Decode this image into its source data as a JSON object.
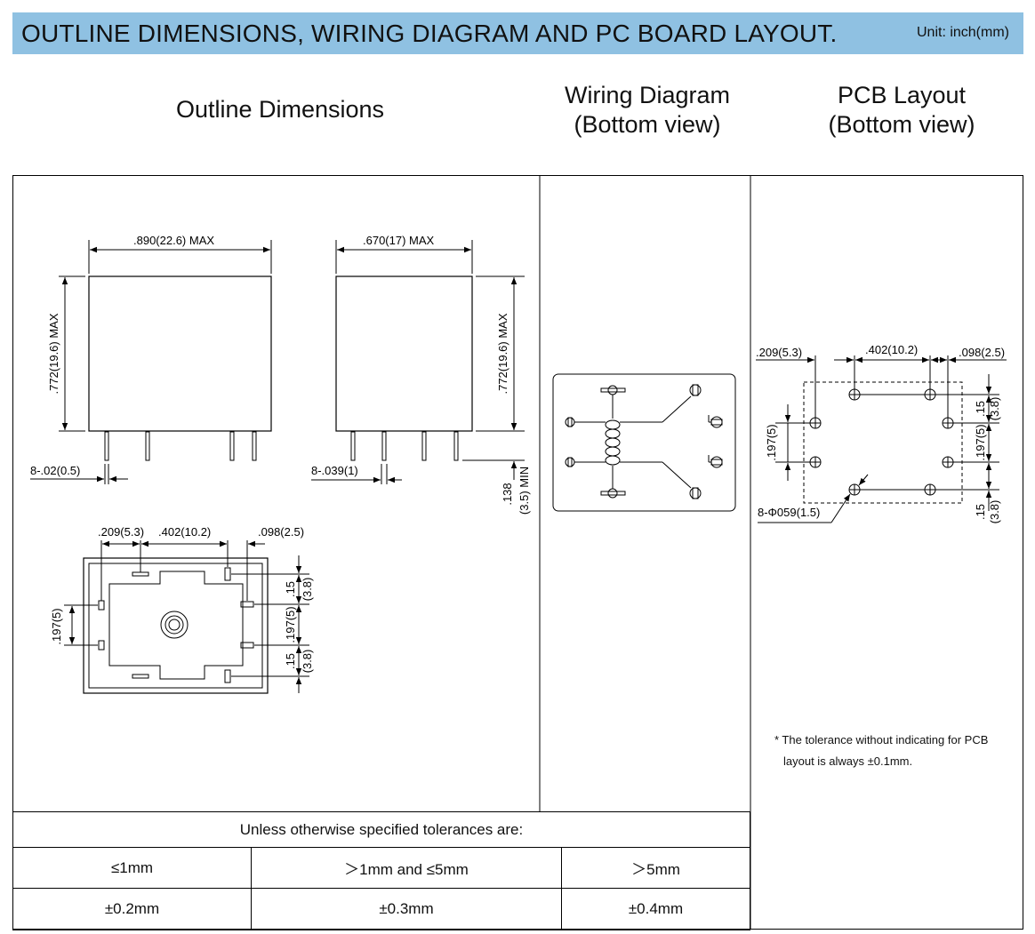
{
  "header": {
    "title": "OUTLINE DIMENSIONS, WIRING DIAGRAM AND PC BOARD LAYOUT.",
    "unit": "Unit: inch(mm)"
  },
  "sections": {
    "outline": "Outline Dimensions",
    "wiring_l1": "Wiring Diagram",
    "wiring_l2": "(Bottom view)",
    "pcb_l1": "PCB Layout",
    "pcb_l2": "(Bottom view)"
  },
  "outline_dims": {
    "width": ".890(22.6) MAX",
    "depth": ".670(17) MAX",
    "height_left": ".772(19.6) MAX",
    "height_right": ".772(19.6) MAX",
    "pin_left": "8-.02(0.5)",
    "pin_right": "8-.039(1)",
    "pin_len_a": ".138",
    "pin_len_b": "(3.5) MIN",
    "bottom_a": ".209(5.3)",
    "bottom_b": ".402(10.2)",
    "bottom_c": ".098(2.5)",
    "v_015_top": ".15",
    "v_38_top": "(3.8)",
    "v_197": ".197(5)",
    "v_015_bot": ".15",
    "v_38_bot": "(3.8)",
    "left_197": ".197(5)"
  },
  "pcb_dims": {
    "a": ".209(5.3)",
    "b": ".402(10.2)",
    "c": ".098(2.5)",
    "v15_top": ".15",
    "v38_top": "(3.8)",
    "v197_right": ".197(5)",
    "v15_bot": ".15",
    "v38_bot": "(3.8)",
    "v197_left": ".197(5)",
    "hole": "8-Φ059(1.5)"
  },
  "note": {
    "line1": "* The tolerance without indicating for PCB",
    "line2": "layout is always ±0.1mm."
  },
  "tolerance": {
    "header": "Unless otherwise specified tolerances are:",
    "ranges": [
      "≤1mm",
      "＞1mm and ≤5mm",
      "＞5mm"
    ],
    "values": [
      "±0.2mm",
      "±0.3mm",
      "±0.4mm"
    ]
  }
}
